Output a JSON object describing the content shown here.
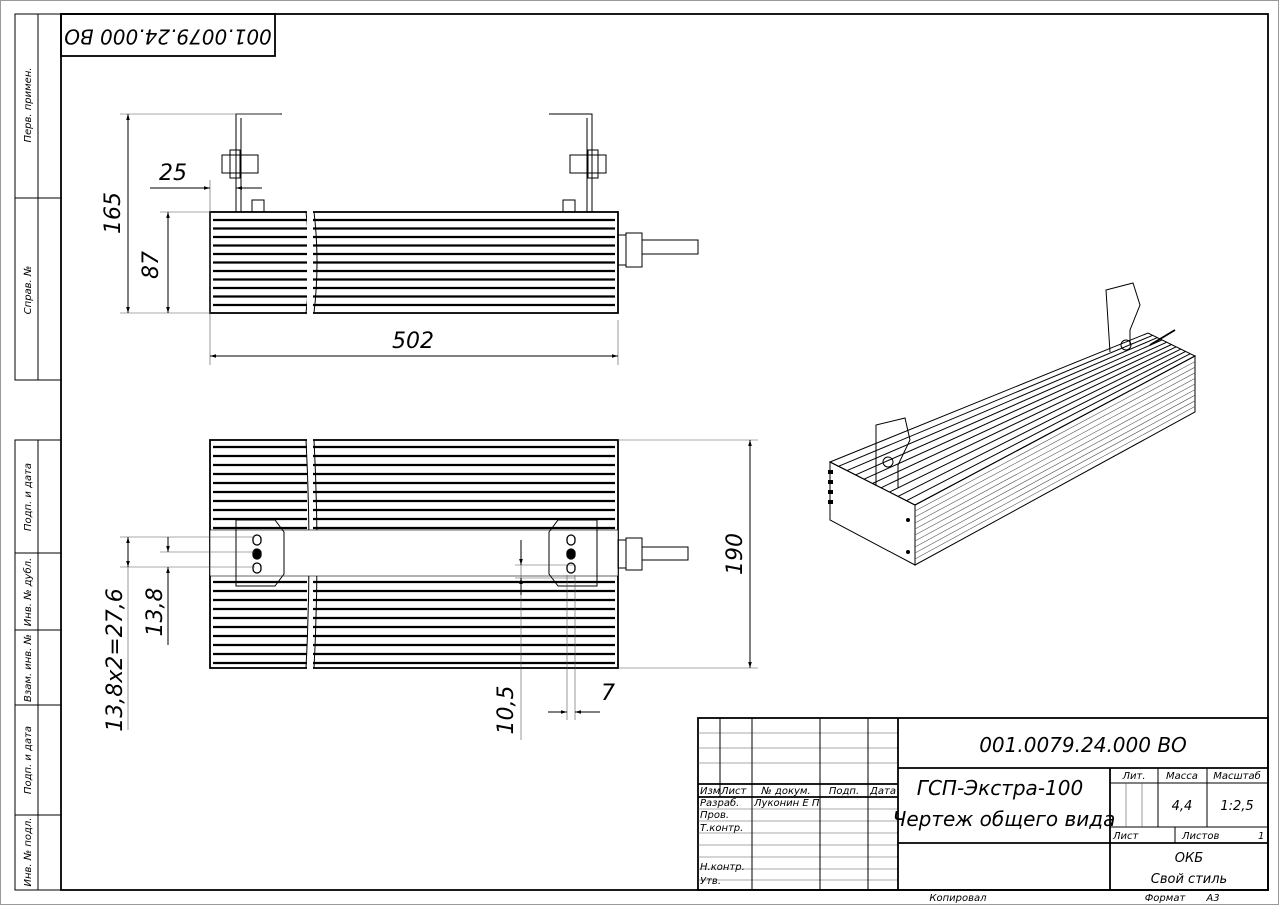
{
  "stamp_rotated": "001.0079.24.000 ВО",
  "side_strip": {
    "top": [
      "Перв. примен.",
      "Справ. №"
    ],
    "bottom": [
      "Подп. и дата",
      "Инв. № дубл.",
      "Взам. инв. №",
      "Подп. и дата",
      "Инв. № подл."
    ]
  },
  "dimensions": {
    "top_view": {
      "height_total": "165",
      "height_body": "87",
      "offset": "25",
      "length": "502"
    },
    "plan_view": {
      "width": "190",
      "hole_pitch_total": "13,8x2=27,6",
      "hole_pitch": "13,8",
      "hole_offset": "10,5",
      "slot": "7"
    }
  },
  "title_block": {
    "doc_number": "001.0079.24.000 ВО",
    "product_name": "ГСП-Экстра-100",
    "drawing_type": "Чертеж общего вида",
    "headers": {
      "izm": "Изм",
      "list": "Лист",
      "doc_no": "№ докум.",
      "sign": "Подп.",
      "date": "Дата"
    },
    "roles": {
      "developer": "Разраб.",
      "checker": "Пров.",
      "tech_control": "Т.контр.",
      "norm_control": "Н.контр.",
      "approved": "Утв."
    },
    "developer_name": "Луконин Е П",
    "lit_label": "Лит.",
    "mass_label": "Масса",
    "scale_label": "Масштаб",
    "mass": "4,4",
    "scale": "1:2,5",
    "sheet_label": "Лист",
    "sheets_label": "Листов",
    "sheets": "1",
    "org": "ОКБ",
    "org_sub": "Свой стиль"
  },
  "footer": {
    "copied": "Копировал",
    "format_label": "Формат",
    "format": "А3"
  }
}
